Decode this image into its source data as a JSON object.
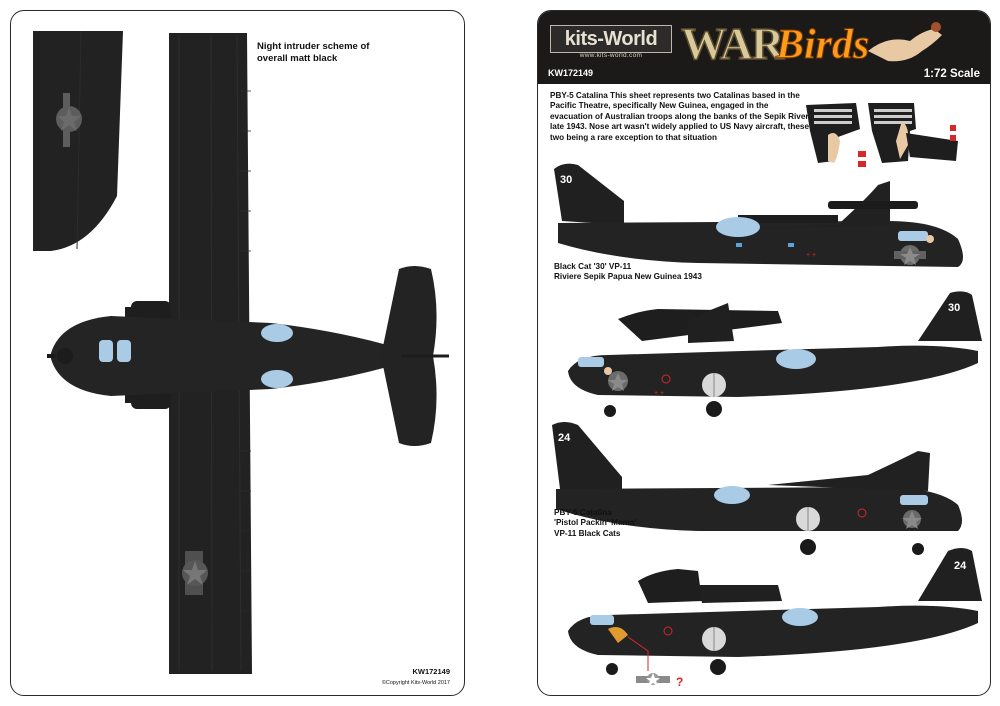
{
  "left_panel": {
    "scheme_note": "Night intruder scheme of overall matt black",
    "sheet_code": "KW172149",
    "copyright": "©Copyright Kits-World 2017"
  },
  "right_panel": {
    "brand": "kits-World",
    "brand_url": "www.kits-world.com",
    "sheet_code": "KW172149",
    "series_war": "WAR",
    "series_birds": "Birds",
    "scale": "1:72 Scale",
    "description": "PBY-5 Catalina This sheet represents two Catalinas based in the Pacific Theatre, specifically New Guinea, engaged in the evacuation of Australian troops along the banks of the Sepik River, late 1943. Nose art wasn't widely applied to US Navy aircraft, these two being a rare   exception to that situation",
    "nose_art_text": "PISTOL PACKIN' MAMA",
    "aircraft": [
      {
        "number": "30",
        "caption_line1": "Black Cat '30' VP-11",
        "caption_line2": "Riviere Sepik Papua New Guinea 1943"
      },
      {
        "number": "24",
        "caption_line1": "PBY-5 Catalina",
        "caption_line2": "'Pistol Packin' Mama'",
        "caption_line3": "VP-11 Black Cats"
      }
    ],
    "query_mark": "?"
  },
  "colors": {
    "airframe": "#222222",
    "glazing": "#a9cbe6",
    "insignia": "#6b6b6b",
    "banner": "#1c1a18",
    "accent": "#ff9a1a"
  }
}
